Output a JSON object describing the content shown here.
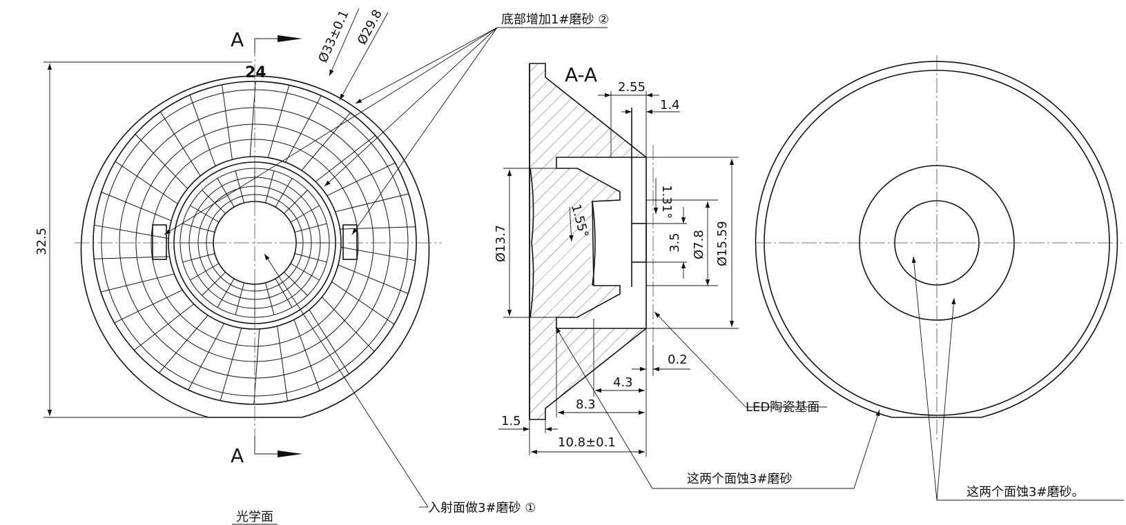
{
  "section_mark": "A",
  "section_title": "A-A",
  "part_number": "24",
  "dimensions": {
    "outer_dia": "Ø33±0.1",
    "dia_29_8": "Ø29.8",
    "height": "32.5",
    "d_2_55": "2.55",
    "d_1_4": "1.4",
    "angle_1": "1.31°",
    "angle_2": "1.55°",
    "d_3_5": "3.5",
    "dia_7_8": "Ø7.8",
    "dia_13_7": "Ø13.7",
    "dia_15_59": "Ø15.59",
    "d_0_2": "0.2",
    "d_4_3": "4.3",
    "d_8_3": "8.3",
    "d_1_5": "1.5",
    "d_total": "10.8±0.1"
  },
  "notes": {
    "bottom_frost": "底部增加1#磨砂 ②",
    "entry_frost": "入射面做3#磨砂 ①",
    "optical_face": "光学面",
    "led_base": "LED陶瓷基面",
    "two_faces_etch": "这两个面蚀3#磨砂",
    "two_faces_etch_2": "这两个面蚀3#磨砂。"
  }
}
